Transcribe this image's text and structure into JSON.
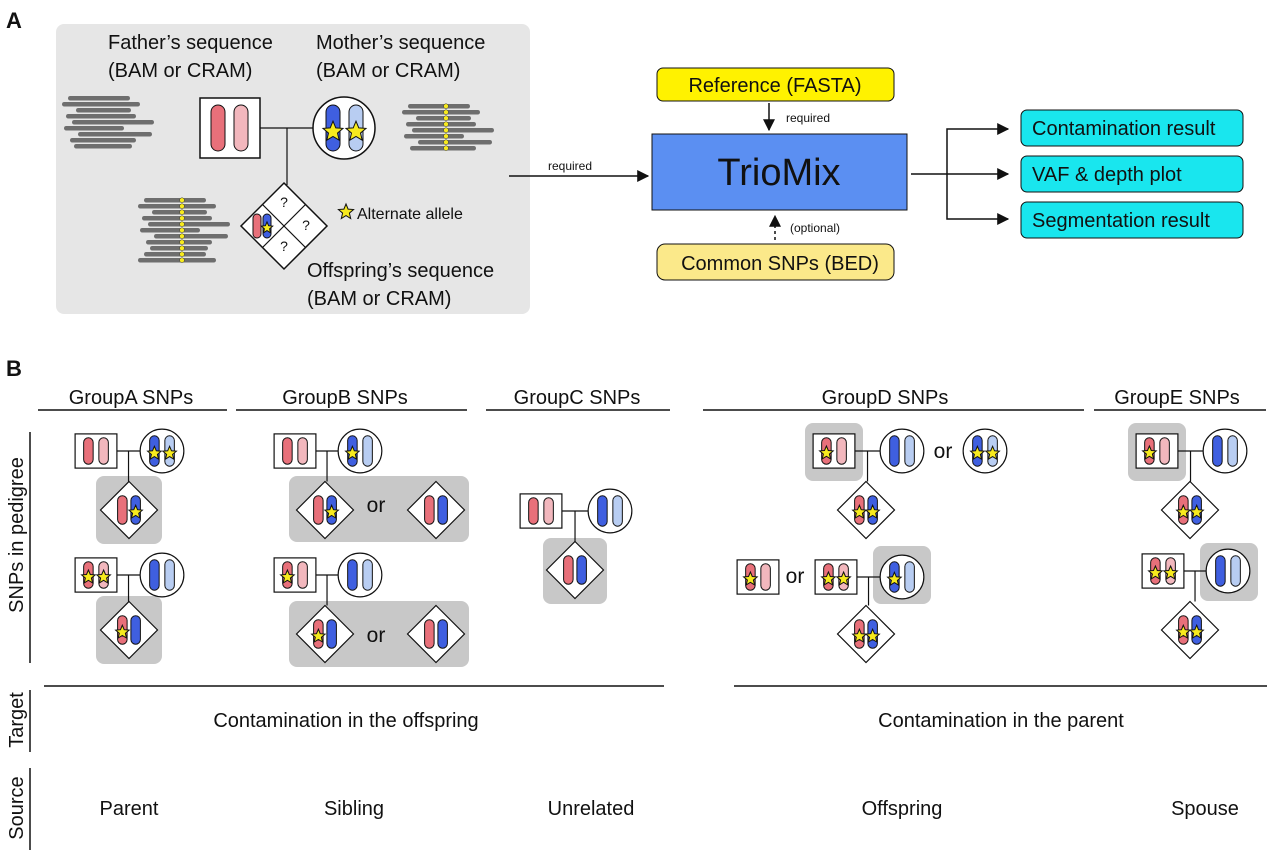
{
  "panel_a": {
    "letter": "A",
    "father_line1": "Father’s sequence",
    "father_line2": "(BAM or CRAM)",
    "mother_line1": "Mother’s sequence",
    "mother_line2": "(BAM or CRAM)",
    "offspring_line1": "Offspring’s sequence",
    "offspring_line2": "(BAM or CRAM)",
    "alt_allele": "Alternate allele",
    "unknown": "?",
    "input_required": "required",
    "reference": "Reference (FASTA)",
    "reference_required": "required",
    "tool": "TrioMix",
    "common_snps": "Common SNPs (BED)",
    "optional": "(optional)",
    "outputs": [
      "Contamination result",
      "VAF & depth plot",
      "Segmentation result"
    ]
  },
  "panel_b": {
    "letter": "B",
    "groups": [
      "GroupA SNPs",
      "GroupB SNPs",
      "GroupC SNPs",
      "GroupD SNPs",
      "GroupE SNPs"
    ],
    "or": "or",
    "row_snps": "SNPs in pedigree",
    "row_target": "Target",
    "row_source": "Source",
    "target_offspring": "Contamination in the offspring",
    "target_parent": "Contamination in the parent",
    "sources": [
      "Parent",
      "Sibling",
      "Unrelated",
      "Offspring",
      "Spouse"
    ]
  },
  "colors": {
    "red_dark": "#e8707a",
    "red_light": "#f2b7bd",
    "blue_dark": "#3f5fe0",
    "blue_light": "#b8cdf2",
    "star": "#f7ea1e",
    "highlight": "#c8c8c8",
    "panel_bg": "#e6e6e6",
    "reference_box": "#fff200",
    "common_box": "#fbe98a",
    "tool_box": "#5b8ff2",
    "output_box": "#19e6ee"
  }
}
